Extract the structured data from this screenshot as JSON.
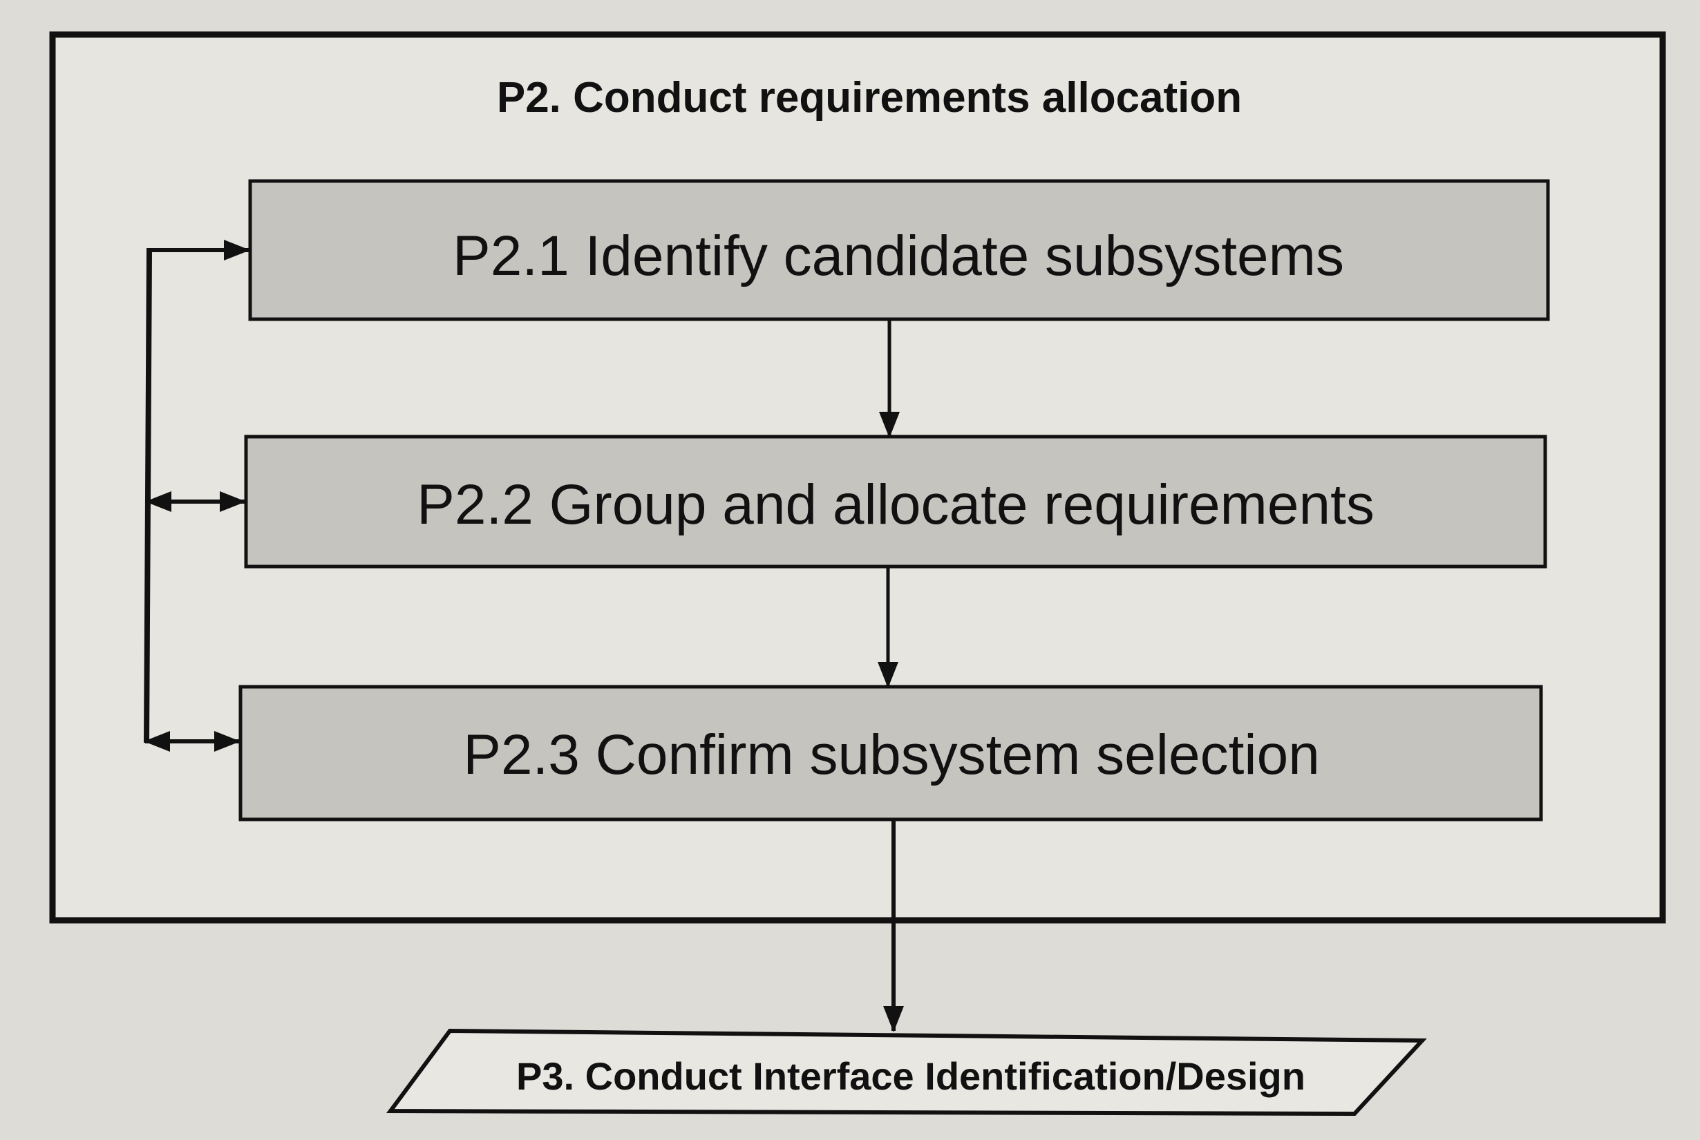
{
  "diagram": {
    "title": "P2.  Conduct requirements allocation",
    "steps": [
      {
        "label": "P2.1 Identify candidate subsystems"
      },
      {
        "label": "P2.2 Group and allocate requirements"
      },
      {
        "label": "P2.3 Confirm subsystem selection"
      }
    ],
    "next_process": "P3. Conduct Interface Identification/Design"
  },
  "colors": {
    "background": "#dedcd6",
    "step_fill": "#c4c2bd",
    "line": "#111111"
  }
}
